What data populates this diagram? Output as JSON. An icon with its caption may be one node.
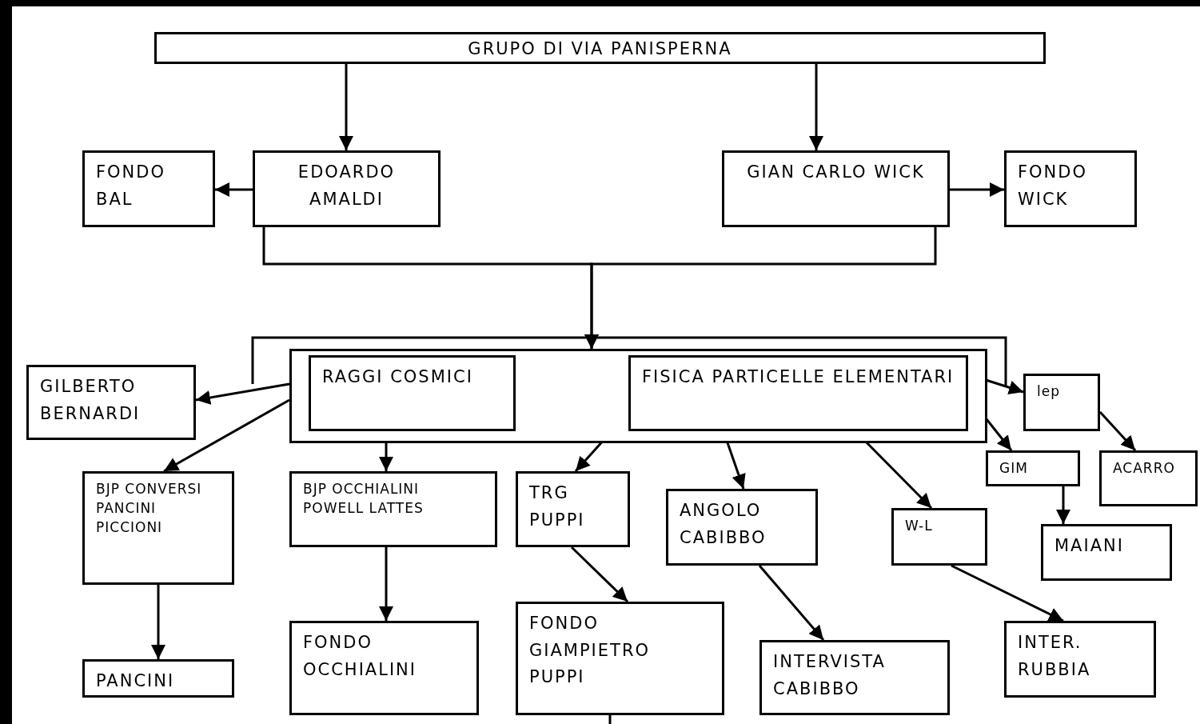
{
  "diagram": {
    "nodes": [
      {
        "text": [
          "GRUPO DI VIA PANISPERNA"
        ]
      },
      {
        "text": [
          "FONDO BAL"
        ]
      },
      {
        "text": [
          "EDOARDO AMALDI"
        ]
      },
      {
        "text": [
          "GIAN CARLO WICK"
        ]
      },
      {
        "text": [
          "FONDO WICK"
        ]
      },
      {
        "text": [],
        "shape": "box"
      },
      {
        "text": [
          "RAGGI COSMICI"
        ],
        "in": 5
      },
      {
        "text": [
          "FISICA PARTICELLE ELEMENTARI"
        ],
        "in": 5
      },
      {
        "text": [
          "GILBERTO BERNARDI"
        ]
      },
      {
        "text": [
          "lep"
        ]
      },
      {
        "text": [
          "BJP CONVERSI PANCINI PICCIONI"
        ]
      },
      {
        "text": [
          "BJP OCCHIALINI POWELL LATTES"
        ]
      },
      {
        "text": [
          "TRG PUPPI"
        ]
      },
      {
        "text": [
          "GIM"
        ]
      },
      {
        "text": [
          "ACARRO"
        ]
      },
      {
        "text": [
          "ANGOLO CABIBBO"
        ]
      },
      {
        "text": [
          "W-L"
        ]
      },
      {
        "text": [
          "MAIANI"
        ]
      },
      {
        "text": [
          "PANCINI"
        ]
      },
      {
        "text": [
          "FONDO OCCHIALINI"
        ]
      },
      {
        "text": [
          "FONDO GIAMPIETRO PUPPI"
        ]
      },
      {
        "text": [
          "INTERVISTA CABIBBO"
        ]
      },
      {
        "text": [
          "INTER. RUBBIA"
        ]
      }
    ],
    "edges": [
      {
        "from": 0,
        "to": 2,
        "arrow": "to"
      },
      {
        "from": 0,
        "to": 3,
        "arrow": "to"
      },
      {
        "from": 2,
        "to": 1,
        "arrow": "to"
      },
      {
        "from": 3,
        "to": 4,
        "arrow": "to"
      },
      {
        "from": 2,
        "to": 5,
        "arrow": "to"
      },
      {
        "from": 3,
        "to": 5,
        "arrow": "to"
      },
      {
        "from": 5,
        "to": 8,
        "arrow": "to"
      },
      {
        "from": 5,
        "to": 10,
        "arrow": "to"
      },
      {
        "from": 6,
        "to": 11,
        "arrow": "to"
      },
      {
        "from": 7,
        "to": 12,
        "arrow": "to"
      },
      {
        "from": 7,
        "to": 15,
        "arrow": "to"
      },
      {
        "from": 7,
        "to": 16,
        "arrow": "to"
      },
      {
        "from": 7,
        "to": 9,
        "arrow": "to"
      },
      {
        "from": 7,
        "to": 13,
        "arrow": "to"
      },
      {
        "from": 9,
        "to": 14,
        "arrow": "to"
      },
      {
        "from": 13,
        "to": 17,
        "arrow": "to"
      },
      {
        "from": 10,
        "to": 18,
        "arrow": "to"
      },
      {
        "from": 11,
        "to": 19,
        "arrow": "to"
      },
      {
        "from": 12,
        "to": 20,
        "arrow": "to"
      },
      {
        "from": 15,
        "to": 21,
        "arrow": "to"
      },
      {
        "from": 16,
        "to": 22,
        "arrow": "to"
      },
      {
        "from": 20,
        "to": null,
        "arrow": "none"
      }
    ]
  }
}
